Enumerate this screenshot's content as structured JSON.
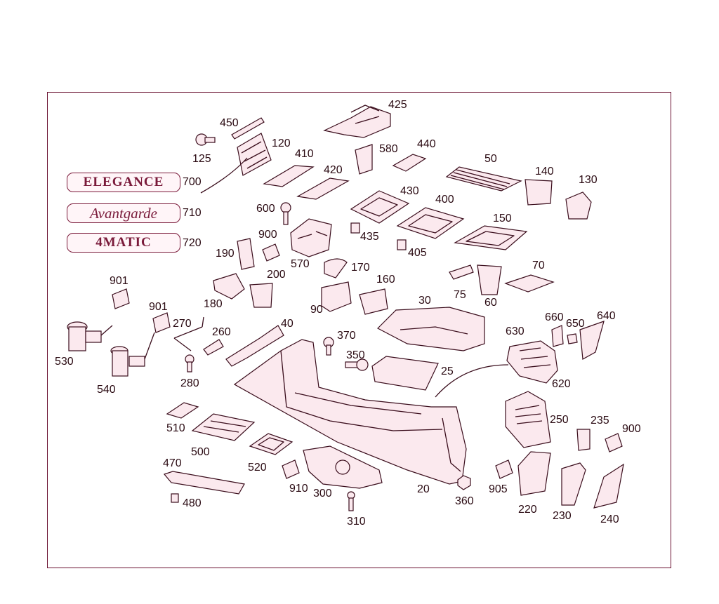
{
  "badges": [
    {
      "id": "elegance",
      "text": "ELEGANCE"
    },
    {
      "id": "avantgarde",
      "text": "Avantgarde"
    },
    {
      "id": "4matic",
      "text": "4MATIC"
    }
  ],
  "labels": {
    "p425": "425",
    "p450": "450",
    "p120": "120",
    "p125": "125",
    "p410": "410",
    "p580": "580",
    "p440": "440",
    "p50": "50",
    "p420": "420",
    "p140": "140",
    "p130": "130",
    "p700": "700",
    "p710": "710",
    "p720": "720",
    "p600": "600",
    "p430": "430",
    "p400": "400",
    "p900a": "900",
    "p435": "435",
    "p150": "150",
    "p190": "190",
    "p570": "570",
    "p405": "405",
    "p170": "170",
    "p70": "70",
    "p901a": "901",
    "p200": "200",
    "p160": "160",
    "p180": "180",
    "p75": "75",
    "p90": "90",
    "p30": "30",
    "p60": "60",
    "p901b": "901",
    "p660": "660",
    "p640": "640",
    "p270": "270",
    "p650": "650",
    "p40": "40",
    "p260": "260",
    "p370": "370",
    "p630": "630",
    "p530": "530",
    "p350": "350",
    "p25": "25",
    "p540": "540",
    "p280": "280",
    "p620": "620",
    "p250": "250",
    "p235": "235",
    "p510": "510",
    "p900b": "900",
    "p500": "500",
    "p470": "470",
    "p520": "520",
    "p910": "910",
    "p300": "300",
    "p20": "20",
    "p905": "905",
    "p360": "360",
    "p220": "220",
    "p480": "480",
    "p230": "230",
    "p240": "240",
    "p310": "310"
  },
  "colors": {
    "line": "#3a0d1c",
    "accent": "#7a1a3a",
    "fill": "#fbe9ee"
  }
}
